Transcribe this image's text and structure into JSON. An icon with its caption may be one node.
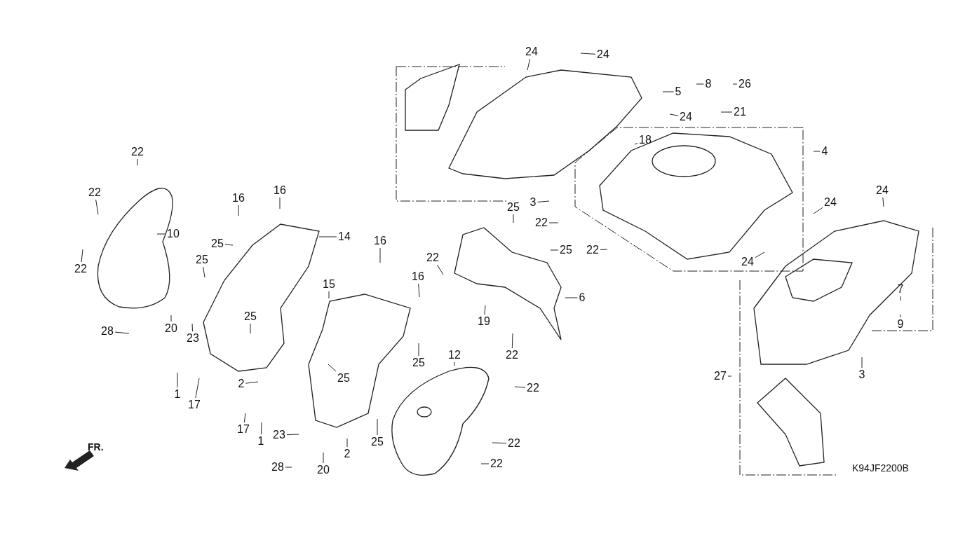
{
  "diagram": {
    "nodes": [
      {
        "text": [
          "24"
        ]
      },
      {
        "text": [
          "24"
        ]
      },
      {
        "text": [
          "8"
        ]
      },
      {
        "text": [
          "26"
        ]
      },
      {
        "text": [
          "5"
        ]
      },
      {
        "text": [
          "24"
        ]
      },
      {
        "text": [
          "21"
        ]
      },
      {
        "text": [
          "18"
        ]
      },
      {
        "text": [
          "4"
        ]
      },
      {
        "text": [
          "22"
        ]
      },
      {
        "text": [
          "22"
        ]
      },
      {
        "text": [
          "16"
        ]
      },
      {
        "text": [
          "16"
        ]
      },
      {
        "text": [
          "3"
        ]
      },
      {
        "text": [
          "25"
        ]
      },
      {
        "text": [
          "24"
        ]
      },
      {
        "text": [
          "24"
        ]
      },
      {
        "text": [
          "10"
        ]
      },
      {
        "text": [
          "14"
        ]
      },
      {
        "text": [
          "25"
        ]
      },
      {
        "text": [
          "22"
        ]
      },
      {
        "text": [
          "16"
        ]
      },
      {
        "text": [
          "22"
        ]
      },
      {
        "text": [
          "25"
        ]
      },
      {
        "text": [
          "22"
        ]
      },
      {
        "text": [
          "25"
        ]
      },
      {
        "text": [
          "22"
        ]
      },
      {
        "text": [
          "24"
        ]
      },
      {
        "text": [
          "16"
        ]
      },
      {
        "text": [
          "15"
        ]
      },
      {
        "text": [
          "7"
        ]
      },
      {
        "text": [
          "6"
        ]
      },
      {
        "text": [
          "19"
        ]
      },
      {
        "text": [
          "20"
        ]
      },
      {
        "text": [
          "23"
        ]
      },
      {
        "text": [
          "25"
        ]
      },
      {
        "text": [
          "9"
        ]
      },
      {
        "text": [
          "28"
        ]
      },
      {
        "text": [
          "22"
        ]
      },
      {
        "text": [
          "25"
        ]
      },
      {
        "text": [
          "12"
        ]
      },
      {
        "text": [
          "3"
        ]
      },
      {
        "text": [
          "27"
        ]
      },
      {
        "text": [
          "25"
        ]
      },
      {
        "text": [
          "2"
        ]
      },
      {
        "text": [
          "1"
        ]
      },
      {
        "text": [
          "17"
        ]
      },
      {
        "text": [
          "22"
        ]
      },
      {
        "text": [
          "17"
        ]
      },
      {
        "text": [
          "1"
        ]
      },
      {
        "text": [
          "23"
        ]
      },
      {
        "text": [
          "25"
        ]
      },
      {
        "text": [
          "22"
        ]
      },
      {
        "text": [
          "2"
        ]
      },
      {
        "text": [
          "28"
        ]
      },
      {
        "text": [
          "20"
        ]
      },
      {
        "text": [
          "22"
        ]
      }
    ],
    "edges": [
      {
        "from": 0,
        "to": null,
        "arrow": "none"
      },
      {
        "from": 1,
        "to": null,
        "arrow": "none"
      },
      {
        "from": 2,
        "to": null,
        "arrow": "none"
      },
      {
        "from": 3,
        "to": null,
        "arrow": "none"
      },
      {
        "from": 4,
        "to": null,
        "arrow": "none"
      },
      {
        "from": 5,
        "to": null,
        "arrow": "none"
      },
      {
        "from": 6,
        "to": null,
        "arrow": "none"
      },
      {
        "from": 7,
        "to": null,
        "arrow": "none"
      },
      {
        "from": 8,
        "to": null,
        "arrow": "none"
      },
      {
        "from": 9,
        "to": null,
        "arrow": "none"
      },
      {
        "from": 10,
        "to": null,
        "arrow": "none"
      },
      {
        "from": 11,
        "to": null,
        "arrow": "none"
      },
      {
        "from": 12,
        "to": null,
        "arrow": "none"
      },
      {
        "from": 13,
        "to": null,
        "arrow": "none"
      },
      {
        "from": 14,
        "to": null,
        "arrow": "none"
      },
      {
        "from": 15,
        "to": null,
        "arrow": "none"
      },
      {
        "from": 16,
        "to": null,
        "arrow": "none"
      },
      {
        "from": 17,
        "to": null,
        "arrow": "none"
      },
      {
        "from": 18,
        "to": null,
        "arrow": "none"
      },
      {
        "from": 19,
        "to": null,
        "arrow": "none"
      },
      {
        "from": 20,
        "to": null,
        "arrow": "none"
      },
      {
        "from": 21,
        "to": null,
        "arrow": "none"
      },
      {
        "from": 22,
        "to": null,
        "arrow": "none"
      },
      {
        "from": 23,
        "to": null,
        "arrow": "none"
      },
      {
        "from": 24,
        "to": null,
        "arrow": "none"
      },
      {
        "from": 25,
        "to": null,
        "arrow": "none"
      },
      {
        "from": 26,
        "to": null,
        "arrow": "none"
      },
      {
        "from": 27,
        "to": null,
        "arrow": "none"
      },
      {
        "from": 28,
        "to": null,
        "arrow": "none"
      },
      {
        "from": 29,
        "to": null,
        "arrow": "none"
      },
      {
        "from": 30,
        "to": null,
        "arrow": "none"
      },
      {
        "from": 31,
        "to": null,
        "arrow": "none"
      },
      {
        "from": 32,
        "to": null,
        "arrow": "none"
      },
      {
        "from": 33,
        "to": null,
        "arrow": "none"
      },
      {
        "from": 34,
        "to": null,
        "arrow": "none"
      },
      {
        "from": 35,
        "to": null,
        "arrow": "none"
      },
      {
        "from": 36,
        "to": null,
        "arrow": "none"
      },
      {
        "from": 37,
        "to": null,
        "arrow": "none"
      },
      {
        "from": 38,
        "to": null,
        "arrow": "none"
      },
      {
        "from": 39,
        "to": null,
        "arrow": "none"
      },
      {
        "from": 40,
        "to": null,
        "arrow": "none"
      },
      {
        "from": 41,
        "to": null,
        "arrow": "none"
      },
      {
        "from": 42,
        "to": null,
        "arrow": "none"
      },
      {
        "from": 43,
        "to": null,
        "arrow": "none"
      },
      {
        "from": 44,
        "to": null,
        "arrow": "none"
      },
      {
        "from": 45,
        "to": null,
        "arrow": "none"
      },
      {
        "from": 46,
        "to": null,
        "arrow": "none"
      },
      {
        "from": 47,
        "to": null,
        "arrow": "none"
      },
      {
        "from": 48,
        "to": null,
        "arrow": "none"
      },
      {
        "from": 49,
        "to": null,
        "arrow": "none"
      },
      {
        "from": 50,
        "to": null,
        "arrow": "none"
      },
      {
        "from": 51,
        "to": null,
        "arrow": "none"
      },
      {
        "from": 52,
        "to": null,
        "arrow": "none"
      },
      {
        "from": 53,
        "to": null,
        "arrow": "none"
      },
      {
        "from": 54,
        "to": null,
        "arrow": "none"
      },
      {
        "from": 55,
        "to": null,
        "arrow": "none"
      },
      {
        "from": 56,
        "to": null,
        "arrow": "none"
      }
    ],
    "labels": [
      "FR.",
      "K94JF2200B"
    ]
  }
}
